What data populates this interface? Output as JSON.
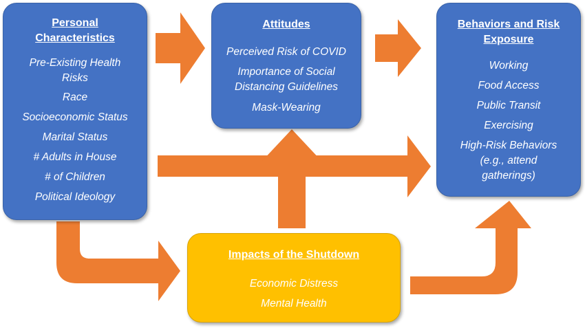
{
  "colors": {
    "box_blue": "#4472c4",
    "box_gold": "#ffc000",
    "arrow_orange": "#ed7d31"
  },
  "boxes": {
    "personal": {
      "title": "Personal Characteristics",
      "items": [
        "Pre-Existing Health Risks",
        "Race",
        "Socioeconomic Status",
        "Marital Status",
        "# Adults in House",
        "# of Children",
        "Political Ideology"
      ]
    },
    "attitudes": {
      "title": "Attitudes",
      "items": [
        "Perceived Risk of COVID",
        "Importance of Social Distancing Guidelines",
        "Mask-Wearing"
      ]
    },
    "behaviors": {
      "title": "Behaviors and Risk Exposure",
      "items": [
        "Working",
        "Food Access",
        "Public Transit",
        "Exercising",
        "High-Risk Behaviors (e.g., attend gatherings)"
      ]
    },
    "shutdown": {
      "title": "Impacts of the Shutdown",
      "items": [
        "Economic Distress",
        "Mental Health"
      ]
    }
  }
}
